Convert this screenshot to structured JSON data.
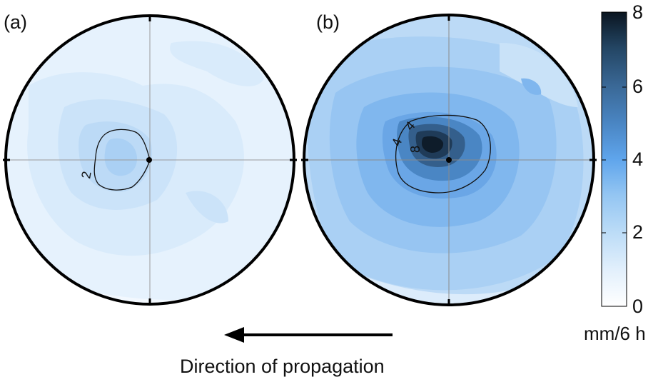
{
  "chart_data": {
    "type": "heatmap",
    "description_units": "mm/6 h",
    "panels": [
      {
        "label": "(a)",
        "center_marker": true,
        "contours": [
          {
            "level": 2,
            "label": "2"
          }
        ],
        "max_value": 3
      },
      {
        "label": "(b)",
        "center_marker": true,
        "contours": [
          {
            "level": 4,
            "label": "4"
          },
          {
            "level": 8,
            "label": "8"
          }
        ],
        "max_value": 8
      }
    ],
    "colorbar": {
      "min": 0,
      "max": 8,
      "ticks": [
        "0",
        "2",
        "4",
        "6",
        "8"
      ],
      "unit": "mm/6 h",
      "colors": [
        "#ffffff",
        "#dcecfb",
        "#bcdcf7",
        "#9cccf4",
        "#7fbcf0",
        "#62a8e6",
        "#4a8ecf",
        "#3c72a8",
        "#2d5478",
        "#1c3650",
        "#0d1a26"
      ]
    },
    "arrow": {
      "direction": "left"
    },
    "caption": "Direction of propagation"
  }
}
